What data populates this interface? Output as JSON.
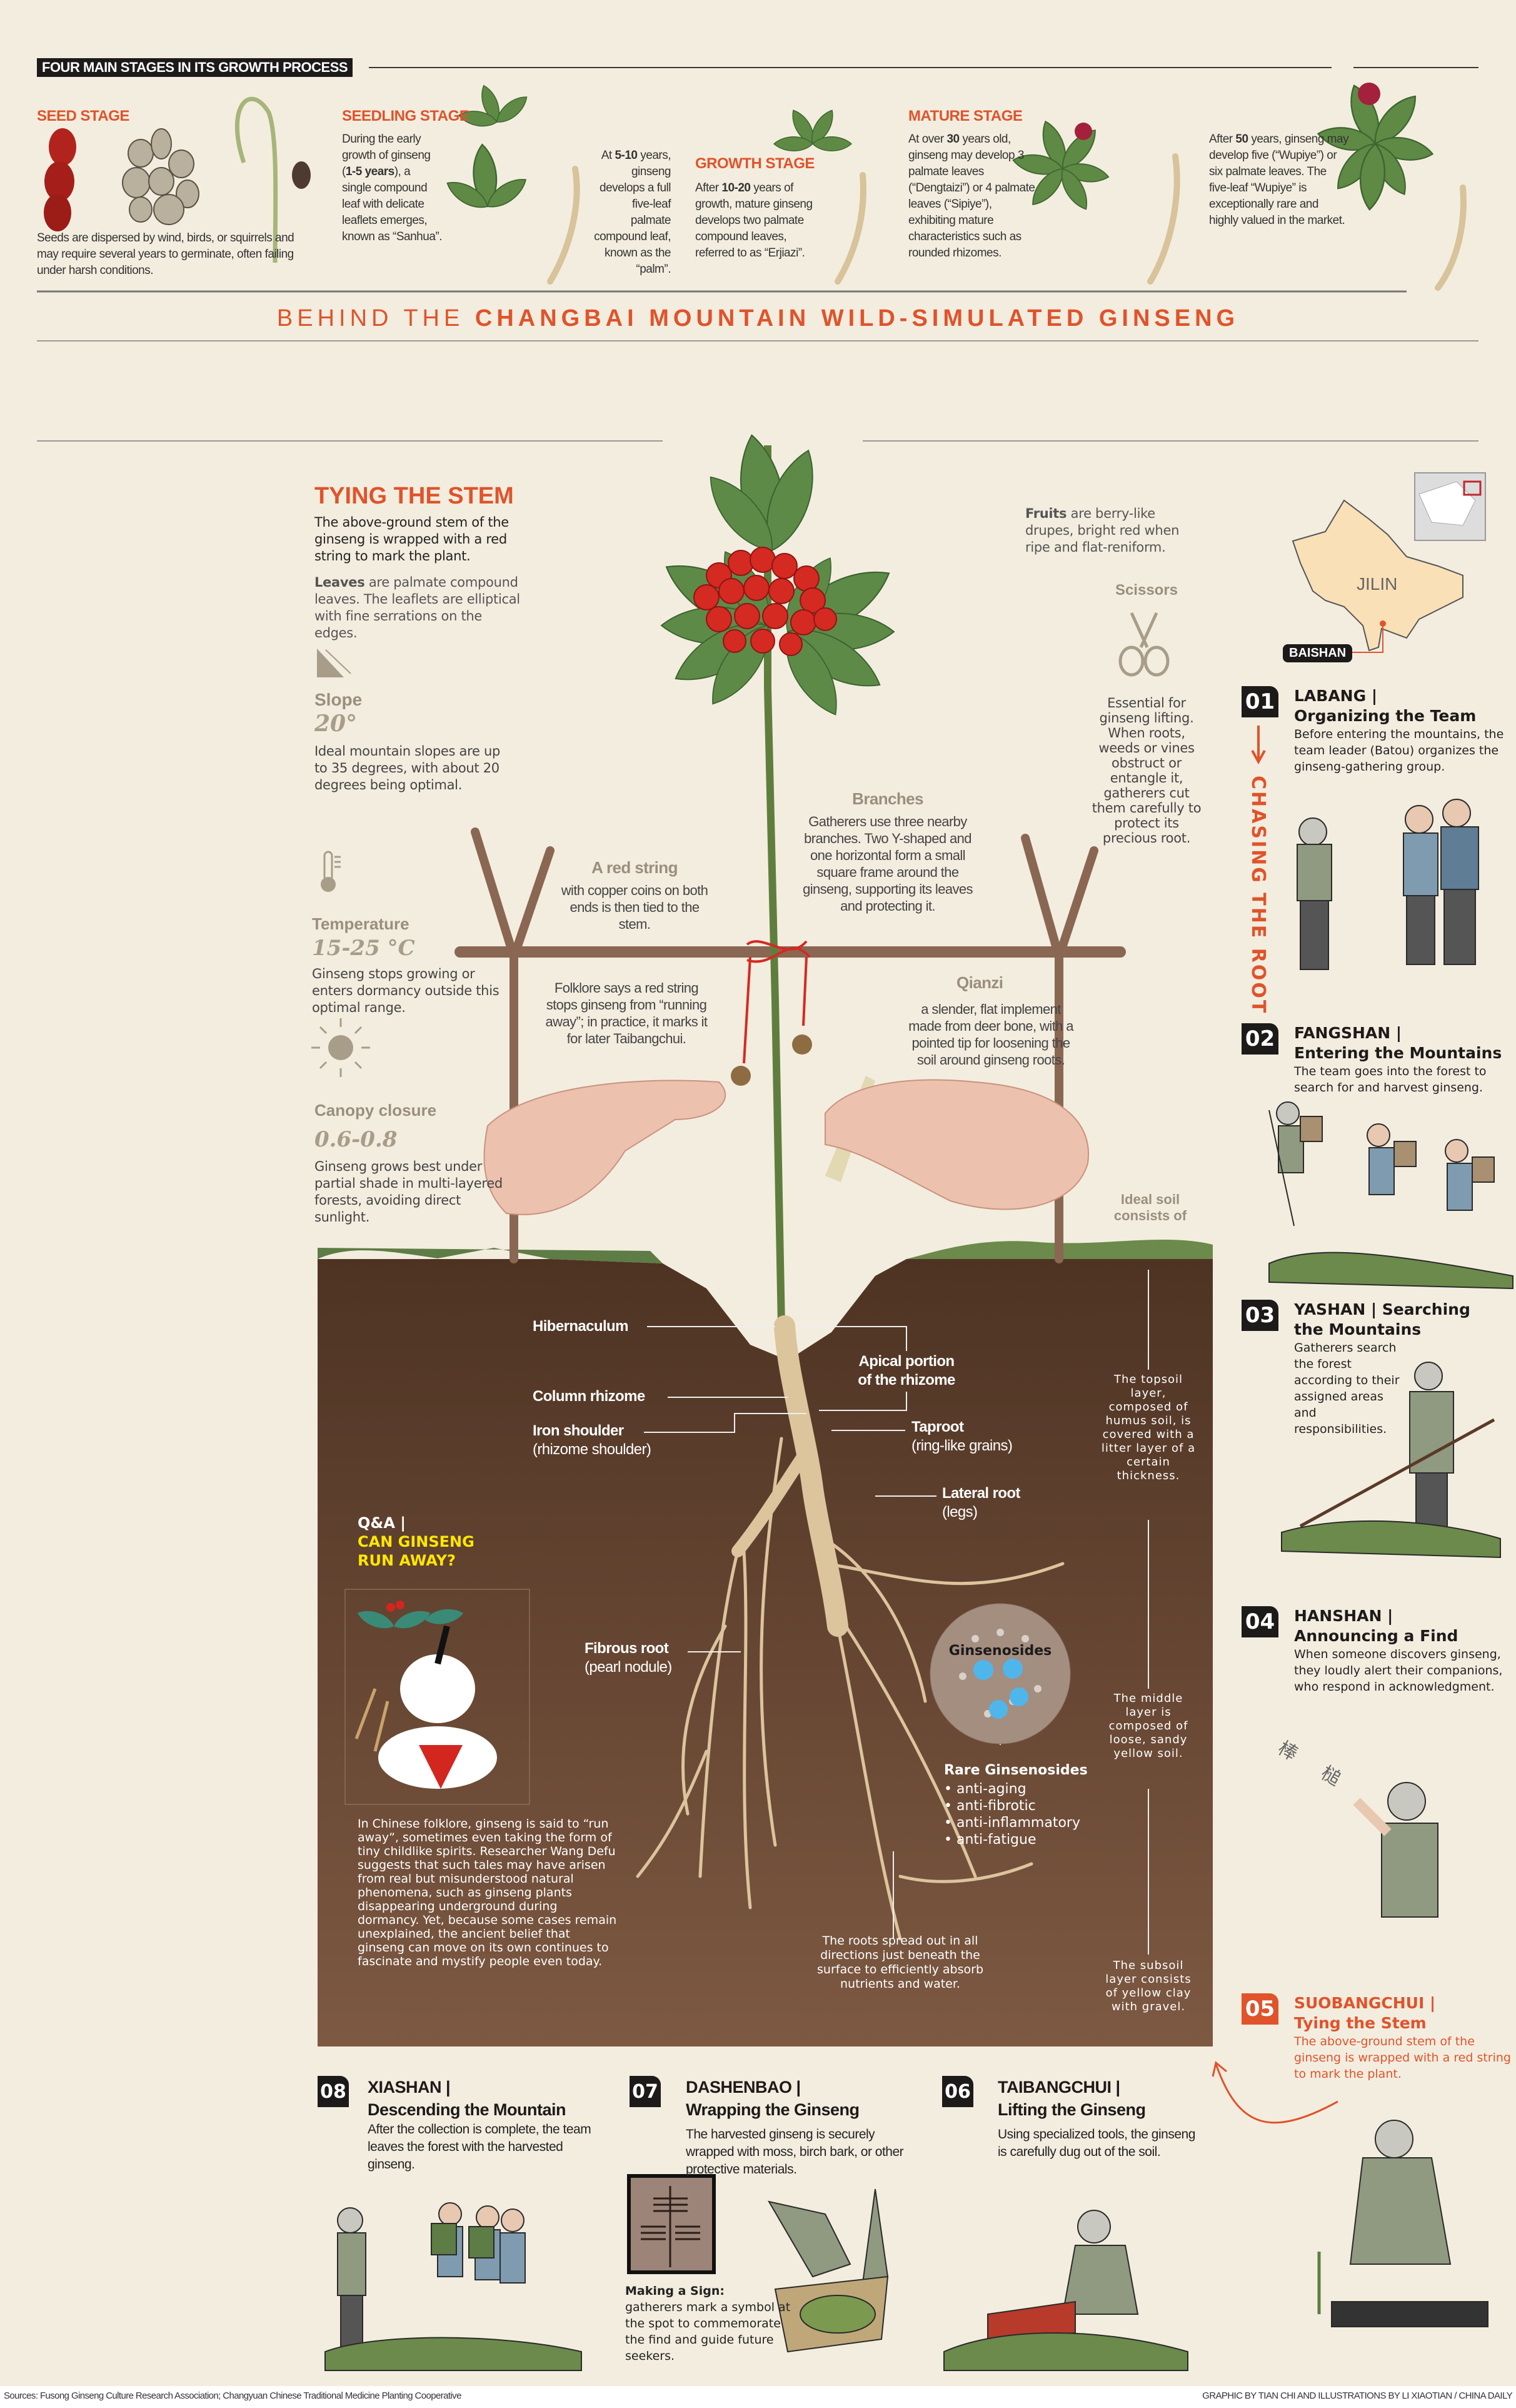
{
  "header": {
    "badge": "FOUR MAIN STAGES IN ITS GROWTH PROCESS"
  },
  "stages": {
    "seed": {
      "title": "SEED STAGE",
      "text": "Seeds are dispersed by wind, birds, or squirrels and may require several years to germinate, often failing under harsh conditions."
    },
    "seedling": {
      "title": "SEEDLING STAGE",
      "text_a": "During the early growth of ginseng (",
      "bold": "1-5 years",
      "text_b": "), a single compound leaf with delicate leaflets emerges, known as “Sanhua”."
    },
    "palm": {
      "text_a": "At ",
      "bold": "5-10",
      "text_b": " years, ginseng develops a full five-leaf palmate compound leaf, known as the “palm”."
    },
    "growth": {
      "title": "GROWTH STAGE",
      "text_a": "After ",
      "bold": "10-20",
      "text_b": " years of growth, mature ginseng develops two palmate compound leaves, referred to as “Erjiazi”."
    },
    "mature": {
      "title": "MATURE STAGE",
      "text_a": "At over ",
      "bold": "30",
      "text_b": " years old, ginseng may develop 3 palmate leaves (“Dengtaizi”) or 4 palmate leaves (“Sipiye”), exhibiting mature characteristics such as rounded rhizomes."
    },
    "fifty": {
      "text_a": "After ",
      "bold": "50",
      "text_b": " years, ginseng may develop five (“Wupiye”) or six palmate leaves. The five-leaf “Wupiye” is exceptionally rare and highly valued in the market."
    }
  },
  "main_title": {
    "prefix": "BEHIND THE",
    "highlight": "CHANGBAI MOUNTAIN WILD-SIMULATED GINSENG"
  },
  "tying": {
    "title": "TYING THE STEM",
    "text": "The above-ground stem of the ginseng is wrapped with a red string to mark the plant."
  },
  "leaves": {
    "bold": "Leaves",
    "text": " are palmate compound leaves. The leaflets are elliptical with fine serrations on the edges."
  },
  "conditions": [
    {
      "label": "Slope",
      "value": "20°",
      "text": "Ideal mountain slopes are up to 35 degrees, with about 20 degrees being optimal."
    },
    {
      "label": "Temperature",
      "value": "15-25 °C",
      "text": "Ginseng stops growing or enters dormancy outside this optimal range."
    },
    {
      "label": "Canopy closure",
      "value": "0.6-0.8",
      "text": "Ginseng grows best under partial shade in multi-layered forests, avoiding direct sunlight."
    }
  ],
  "fruits": {
    "bold": "Fruits",
    "text": " are berry-like drupes, bright red when ripe and flat-reniform."
  },
  "scissors": {
    "label": "Scissors",
    "text": "Essential for ginseng lifting. When roots, weeds or vines obstruct or entangle it, gatherers cut them carefully to protect its precious root."
  },
  "branches": {
    "label": "Branches",
    "text": "Gatherers use three nearby branches. Two Y-shaped and one horizontal form a small square frame around the ginseng, supporting its leaves and protecting it."
  },
  "red_string": {
    "label": "A red string",
    "text": "with copper coins on both ends is then tied to the stem."
  },
  "folklore": {
    "text": "Folklore says a red string stops ginseng from “running away”; in practice, it marks it for later Taibangchui."
  },
  "qianzi": {
    "label": "Qianzi",
    "text": "a slender, flat implement made from deer bone, with a pointed tip for loosening the soil around ginseng roots."
  },
  "soil": {
    "label": "Ideal soil consists of",
    "topsoil": "The topsoil layer, composed of humus soil, is covered with a litter layer of a certain thickness.",
    "middle": "The middle layer is composed of loose, sandy yellow soil.",
    "subsoil": "The subsoil layer consists of yellow clay with gravel."
  },
  "root_parts": {
    "hibernaculum": "Hibernaculum",
    "apical": [
      "Apical portion",
      "of the rhizome"
    ],
    "column": "Column rhizome",
    "iron": [
      "Iron shoulder",
      "(rhizome shoulder)"
    ],
    "taproot": [
      "Taproot",
      "(ring-like grains)"
    ],
    "lateral": [
      "Lateral root",
      "(legs)"
    ],
    "fibrous": [
      "Fibrous root",
      "(pearl nodule)"
    ]
  },
  "ginsenosides": {
    "label": "Ginsenosides",
    "rare_title": "Rare Ginsenosides",
    "benefits": [
      "anti-aging",
      "anti-fibrotic",
      "anti-inflammatory",
      "anti-fatigue"
    ]
  },
  "roots_spread": "The roots spread out in all directions just beneath the surface to efficiently absorb nutrients and water.",
  "qa": {
    "prefix": "Q&A |",
    "title_1": "CAN GINSENG",
    "title_2": "RUN AWAY?",
    "text": "In Chinese folklore, ginseng is said to “run away”, sometimes even taking the form of tiny childlike spirits. Researcher Wang Defu suggests that such tales may have arisen from real but misunderstood natural phenomena, such as ginseng plants disappearing underground during dormancy. Yet, because some cases remain unexplained, the ancient belief that ginseng can move on its own continues to fascinate and mystify people even today."
  },
  "map": {
    "province": "JILIN",
    "city": "BAISHAN"
  },
  "chasing": "CHASING THE ROOT",
  "steps": [
    {
      "no": "01",
      "name": "LABANG |",
      "title": "Organizing the Team",
      "text": "Before entering the mountains, the team leader (Batou) organizes the ginseng-gathering group."
    },
    {
      "no": "02",
      "name": "FANGSHAN |",
      "title": "Entering the Mountains",
      "text": "The team goes into the forest to search for and harvest ginseng."
    },
    {
      "no": "03",
      "name": "YASHAN | Searching",
      "title": "the Mountains",
      "text": "Gatherers search the forest according to their assigned areas and responsibilities."
    },
    {
      "no": "04",
      "name": "HANSHAN |",
      "title": "Announcing a Find",
      "text": "When someone discovers ginseng, they loudly alert their companions, who respond in acknowledgment.",
      "shout": "棒 槌"
    },
    {
      "no": "05",
      "name": "SUOBANGCHUI |",
      "title": "Tying the Stem",
      "text": "The above-ground stem of the ginseng is wrapped with a red string to mark the plant."
    },
    {
      "no": "06",
      "name": "TAIBANGCHUI |",
      "title": "Lifting the Ginseng",
      "text": "Using specialized tools, the ginseng is carefully dug out of the soil."
    },
    {
      "no": "07",
      "name": "DASHENBAO |",
      "title": "Wrapping the Ginseng",
      "text": "The harvested ginseng is securely wrapped with moss, birch bark, or other protective materials."
    },
    {
      "no": "08",
      "name": "XIASHAN |",
      "title": "Descending the Mountain",
      "text": "After the collection is complete, the team leaves the forest with the harvested ginseng."
    }
  ],
  "sign": {
    "bold": "Making a Sign:",
    "text": "gatherers mark a symbol at the spot to commemorate the find and guide future seekers."
  },
  "footer": {
    "sources": "Sources: Fusong Ginseng Culture Research Association; Changyuan Chinese Traditional Medicine Planting Cooperative",
    "credit": "GRAPHIC BY TIAN CHI AND ILLUSTRATIONS BY LI XIAOTIAN / CHINA DAILY"
  },
  "colors": {
    "accent": "#e0532b",
    "soil": "#5a3a28",
    "yellow": "#ffe600",
    "ink": "#1d1a1a"
  }
}
